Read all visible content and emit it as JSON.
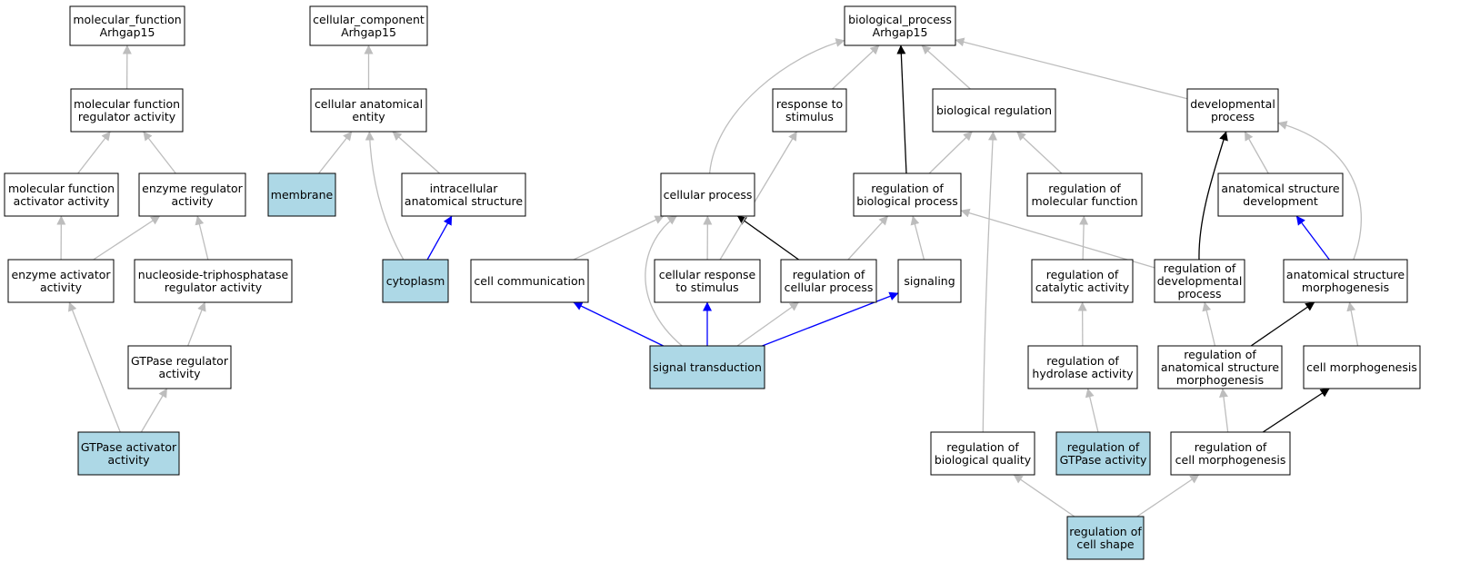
{
  "colors": {
    "highlight_fill": "#add8e6",
    "normal_fill": "#ffffff",
    "edge_gray": "#bdbdbd",
    "edge_black": "#000000",
    "edge_blue": "#0000ff"
  },
  "nodes": [
    {
      "id": "mf_root",
      "lines": [
        "molecular_function",
        "Arhgap15"
      ],
      "highlight": false
    },
    {
      "id": "cc_root",
      "lines": [
        "cellular_component",
        "Arhgap15"
      ],
      "highlight": false
    },
    {
      "id": "bp_root",
      "lines": [
        "biological_process",
        "Arhgap15"
      ],
      "highlight": false
    },
    {
      "id": "mf_reg_act",
      "lines": [
        "molecular function",
        "regulator activity"
      ],
      "highlight": false
    },
    {
      "id": "cell_anat",
      "lines": [
        "cellular anatomical",
        "entity"
      ],
      "highlight": false
    },
    {
      "id": "resp_stim",
      "lines": [
        "response to",
        "stimulus"
      ],
      "highlight": false
    },
    {
      "id": "bio_reg",
      "lines": [
        "biological regulation"
      ],
      "highlight": false
    },
    {
      "id": "dev_proc",
      "lines": [
        "developmental",
        "process"
      ],
      "highlight": false
    },
    {
      "id": "mf_act_act",
      "lines": [
        "molecular function",
        "activator activity"
      ],
      "highlight": false
    },
    {
      "id": "enz_reg_act",
      "lines": [
        "enzyme regulator",
        "activity"
      ],
      "highlight": false
    },
    {
      "id": "membrane",
      "lines": [
        "membrane"
      ],
      "highlight": true
    },
    {
      "id": "intra_anat",
      "lines": [
        "intracellular",
        "anatomical structure"
      ],
      "highlight": false
    },
    {
      "id": "cell_proc",
      "lines": [
        "cellular process"
      ],
      "highlight": false
    },
    {
      "id": "reg_bio_proc",
      "lines": [
        "regulation of",
        "biological process"
      ],
      "highlight": false
    },
    {
      "id": "reg_mol_func",
      "lines": [
        "regulation of",
        "molecular function"
      ],
      "highlight": false
    },
    {
      "id": "anat_dev",
      "lines": [
        "anatomical structure",
        "development"
      ],
      "highlight": false
    },
    {
      "id": "enz_act_act",
      "lines": [
        "enzyme activator",
        "activity"
      ],
      "highlight": false
    },
    {
      "id": "ntp_reg_act",
      "lines": [
        "nucleoside-triphosphatase",
        "regulator activity"
      ],
      "highlight": false
    },
    {
      "id": "cytoplasm",
      "lines": [
        "cytoplasm"
      ],
      "highlight": true
    },
    {
      "id": "cell_comm",
      "lines": [
        "cell communication"
      ],
      "highlight": false
    },
    {
      "id": "cell_resp_stim",
      "lines": [
        "cellular response",
        "to stimulus"
      ],
      "highlight": false
    },
    {
      "id": "reg_cell_proc",
      "lines": [
        "regulation of",
        "cellular process"
      ],
      "highlight": false
    },
    {
      "id": "signaling",
      "lines": [
        "signaling"
      ],
      "highlight": false
    },
    {
      "id": "reg_cat_act",
      "lines": [
        "regulation of",
        "catalytic activity"
      ],
      "highlight": false
    },
    {
      "id": "reg_dev_proc",
      "lines": [
        "regulation of",
        "developmental",
        "process"
      ],
      "highlight": false
    },
    {
      "id": "anat_morph",
      "lines": [
        "anatomical structure",
        "morphogenesis"
      ],
      "highlight": false
    },
    {
      "id": "gtpase_reg_act",
      "lines": [
        "GTPase regulator",
        "activity"
      ],
      "highlight": false
    },
    {
      "id": "sig_trans",
      "lines": [
        "signal transduction"
      ],
      "highlight": true
    },
    {
      "id": "reg_hydro_act",
      "lines": [
        "regulation of",
        "hydrolase activity"
      ],
      "highlight": false
    },
    {
      "id": "reg_anat_morph",
      "lines": [
        "regulation of",
        "anatomical structure",
        "morphogenesis"
      ],
      "highlight": false
    },
    {
      "id": "cell_morph",
      "lines": [
        "cell morphogenesis"
      ],
      "highlight": false
    },
    {
      "id": "gtpase_act_act",
      "lines": [
        "GTPase activator",
        "activity"
      ],
      "highlight": true
    },
    {
      "id": "reg_bio_qual",
      "lines": [
        "regulation of",
        "biological quality"
      ],
      "highlight": false
    },
    {
      "id": "reg_gtpase_act",
      "lines": [
        "regulation of",
        "GTPase activity"
      ],
      "highlight": true
    },
    {
      "id": "reg_cell_morph",
      "lines": [
        "regulation of",
        "cell morphogenesis"
      ],
      "highlight": false
    },
    {
      "id": "reg_cell_shape",
      "lines": [
        "regulation of",
        "cell shape"
      ],
      "highlight": true
    }
  ],
  "edges": [
    {
      "from": "mf_reg_act",
      "to": "mf_root",
      "color": "gray"
    },
    {
      "from": "mf_act_act",
      "to": "mf_reg_act",
      "color": "gray"
    },
    {
      "from": "enz_reg_act",
      "to": "mf_reg_act",
      "color": "gray"
    },
    {
      "from": "enz_act_act",
      "to": "mf_act_act",
      "color": "gray"
    },
    {
      "from": "enz_act_act",
      "to": "enz_reg_act",
      "color": "gray"
    },
    {
      "from": "ntp_reg_act",
      "to": "enz_reg_act",
      "color": "gray"
    },
    {
      "from": "gtpase_reg_act",
      "to": "ntp_reg_act",
      "color": "gray"
    },
    {
      "from": "gtpase_act_act",
      "to": "enz_act_act",
      "color": "gray"
    },
    {
      "from": "gtpase_act_act",
      "to": "gtpase_reg_act",
      "color": "gray"
    },
    {
      "from": "cell_anat",
      "to": "cc_root",
      "color": "gray"
    },
    {
      "from": "membrane",
      "to": "cell_anat",
      "color": "gray"
    },
    {
      "from": "intra_anat",
      "to": "cell_anat",
      "color": "gray"
    },
    {
      "from": "cytoplasm",
      "to": "cell_anat",
      "color": "gray"
    },
    {
      "from": "cytoplasm",
      "to": "intra_anat",
      "color": "blue"
    },
    {
      "from": "cell_proc",
      "to": "bp_root",
      "color": "gray"
    },
    {
      "from": "resp_stim",
      "to": "bp_root",
      "color": "gray"
    },
    {
      "from": "reg_bio_proc",
      "to": "bp_root",
      "color": "black"
    },
    {
      "from": "bio_reg",
      "to": "bp_root",
      "color": "gray"
    },
    {
      "from": "dev_proc",
      "to": "bp_root",
      "color": "gray"
    },
    {
      "from": "reg_bio_proc",
      "to": "bio_reg",
      "color": "gray"
    },
    {
      "from": "reg_mol_func",
      "to": "bio_reg",
      "color": "gray"
    },
    {
      "from": "reg_bio_qual",
      "to": "bio_reg",
      "color": "gray"
    },
    {
      "from": "anat_dev",
      "to": "dev_proc",
      "color": "gray"
    },
    {
      "from": "reg_dev_proc",
      "to": "dev_proc",
      "color": "black"
    },
    {
      "from": "anat_morph",
      "to": "dev_proc",
      "color": "gray"
    },
    {
      "from": "cell_comm",
      "to": "cell_proc",
      "color": "gray"
    },
    {
      "from": "cell_resp_stim",
      "to": "cell_proc",
      "color": "gray"
    },
    {
      "from": "sig_trans",
      "to": "cell_proc",
      "color": "gray"
    },
    {
      "from": "reg_cell_proc",
      "to": "cell_proc",
      "color": "black"
    },
    {
      "from": "cell_resp_stim",
      "to": "resp_stim",
      "color": "gray"
    },
    {
      "from": "reg_cell_proc",
      "to": "reg_bio_proc",
      "color": "gray"
    },
    {
      "from": "signaling",
      "to": "reg_bio_proc",
      "color": "gray"
    },
    {
      "from": "reg_dev_proc",
      "to": "reg_bio_proc",
      "color": "gray"
    },
    {
      "from": "reg_cat_act",
      "to": "reg_mol_func",
      "color": "gray"
    },
    {
      "from": "anat_morph",
      "to": "anat_dev",
      "color": "blue"
    },
    {
      "from": "sig_trans",
      "to": "cell_comm",
      "color": "blue"
    },
    {
      "from": "sig_trans",
      "to": "cell_resp_stim",
      "color": "blue"
    },
    {
      "from": "sig_trans",
      "to": "reg_cell_proc",
      "color": "gray"
    },
    {
      "from": "sig_trans",
      "to": "signaling",
      "color": "blue"
    },
    {
      "from": "reg_hydro_act",
      "to": "reg_cat_act",
      "color": "gray"
    },
    {
      "from": "reg_anat_morph",
      "to": "reg_dev_proc",
      "color": "gray"
    },
    {
      "from": "reg_anat_morph",
      "to": "anat_morph",
      "color": "black"
    },
    {
      "from": "cell_morph",
      "to": "anat_morph",
      "color": "gray"
    },
    {
      "from": "reg_gtpase_act",
      "to": "reg_hydro_act",
      "color": "gray"
    },
    {
      "from": "reg_cell_morph",
      "to": "reg_anat_morph",
      "color": "gray"
    },
    {
      "from": "reg_cell_morph",
      "to": "cell_morph",
      "color": "black"
    },
    {
      "from": "reg_cell_shape",
      "to": "reg_bio_qual",
      "color": "gray"
    },
    {
      "from": "reg_cell_shape",
      "to": "reg_cell_morph",
      "color": "gray"
    }
  ]
}
